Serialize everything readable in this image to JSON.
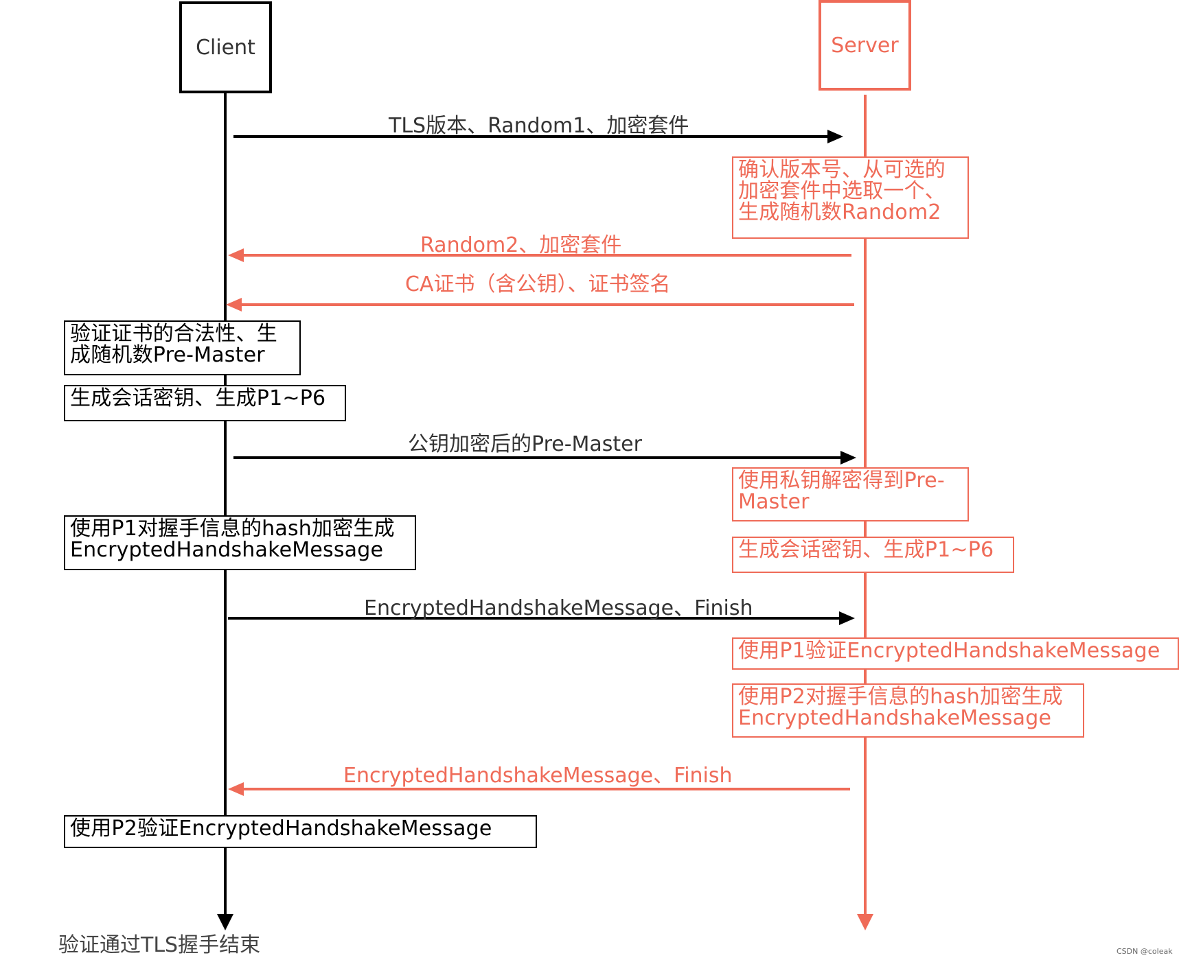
{
  "actors": {
    "client": "Client",
    "server": "Server"
  },
  "colors": {
    "client": "#000000",
    "server": "#ef6b58"
  },
  "messages": [
    {
      "from": "client",
      "to": "server",
      "label": "TLS版本、Random1、加密套件"
    },
    {
      "from": "server",
      "to": "client",
      "label": "Random2、加密套件"
    },
    {
      "from": "server",
      "to": "client",
      "label": "CA证书（含公钥）、证书签名"
    },
    {
      "from": "client",
      "to": "server",
      "label": "公钥加密后的Pre-Master"
    },
    {
      "from": "client",
      "to": "server",
      "label": "EncryptedHandshakeMessage、Finish"
    },
    {
      "from": "server",
      "to": "client",
      "label": "EncryptedHandshakeMessage、Finish"
    }
  ],
  "notes": {
    "server_confirm": "确认版本号、从可选的\n加密套件中选取一个、\n生成随机数Random2",
    "client_verify": "验证证书的合法性、生\n成随机数Pre-Master",
    "client_session": "生成会话密钥、生成P1~P6",
    "server_decrypt": "使用私钥解密得到Pre-\nMaster",
    "server_session": "生成会话密钥、生成P1~P6",
    "client_p1_encrypt": "使用P1对握手信息的hash加密生成\nEncryptedHandshakeMessage",
    "server_p1_verify": "使用P1验证EncryptedHandshakeMessage",
    "server_p2_encrypt": "使用P2对握手信息的hash加密生成\nEncryptedHandshakeMessage",
    "client_p2_verify": "使用P2验证EncryptedHandshakeMessage"
  },
  "end_label": "验证通过TLS握手结束",
  "watermark": "CSDN @coleak"
}
